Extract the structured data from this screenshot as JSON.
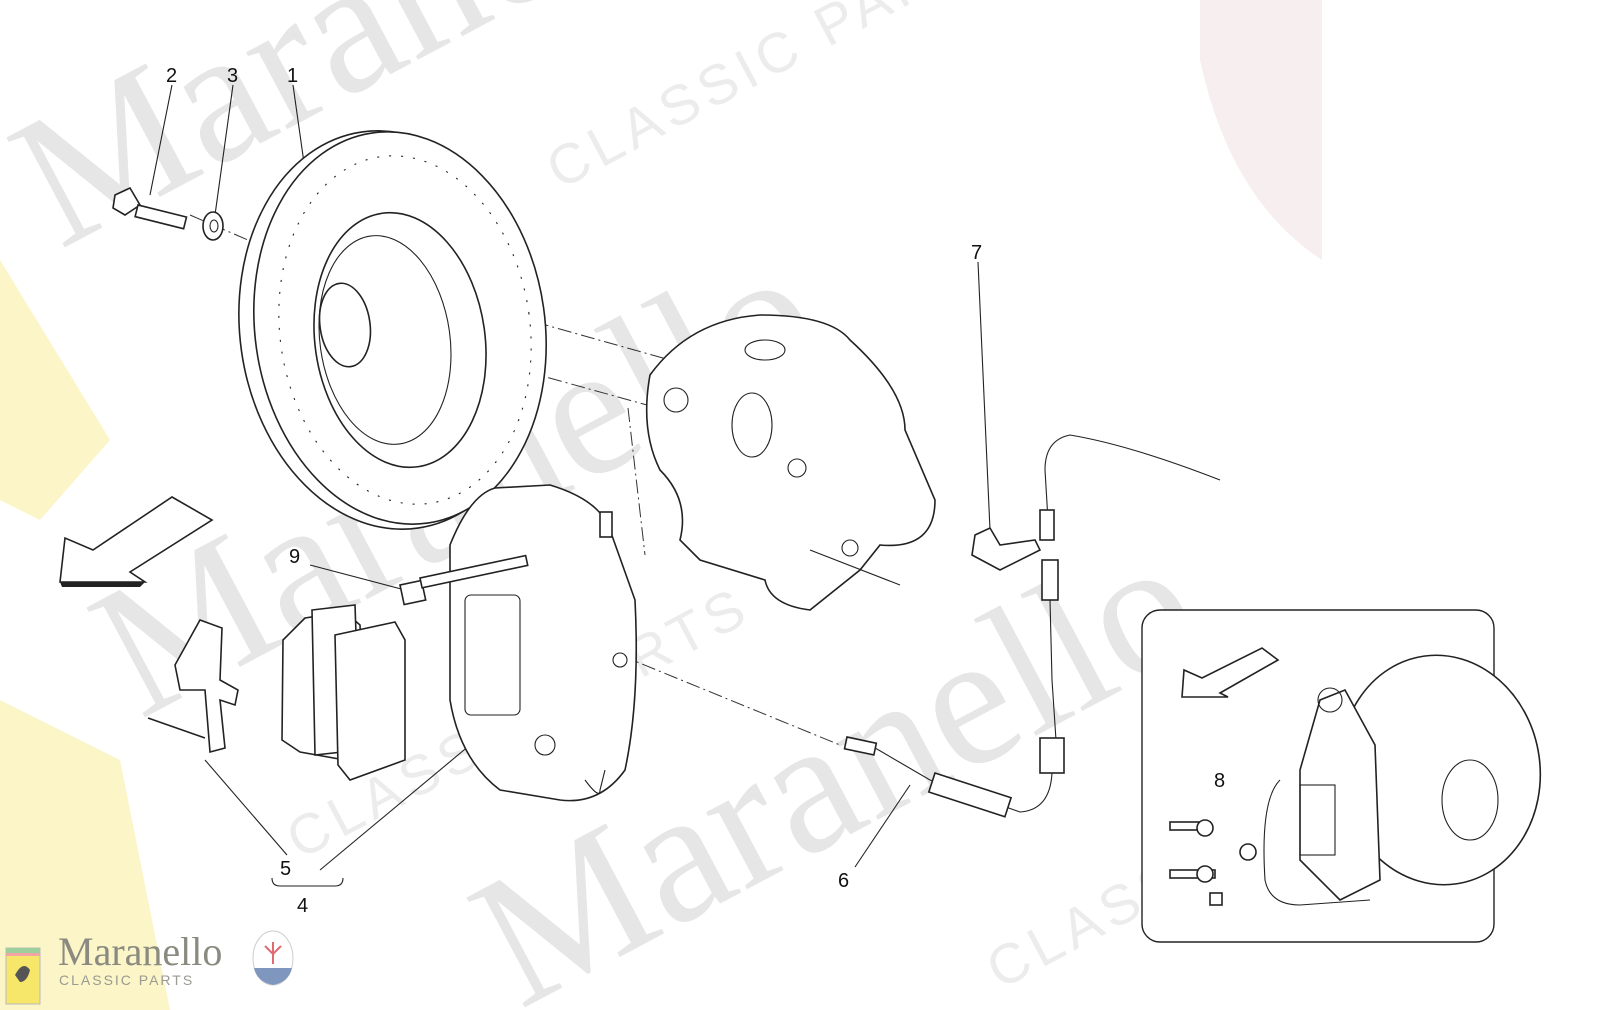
{
  "diagram": {
    "callouts": [
      {
        "id": "1",
        "part": "brake-disc"
      },
      {
        "id": "2",
        "part": "bolt"
      },
      {
        "id": "3",
        "part": "washer"
      },
      {
        "id": "4",
        "part": "pad-kit"
      },
      {
        "id": "5",
        "part": "pads-spring-pin"
      },
      {
        "id": "6",
        "part": "brake-hose"
      },
      {
        "id": "7",
        "part": "bracket"
      },
      {
        "id": "8",
        "part": "sensor-bracket"
      },
      {
        "id": "9",
        "part": "caliper-bolt"
      }
    ]
  },
  "watermark": {
    "brand": "Maranello",
    "subtitle": "CLASSIC PARTS"
  },
  "logo": {
    "name": "Maranello",
    "tagline": "CLASSIC PARTS",
    "ferrari_badge": "Ferrari",
    "maserati_badge": "MASERATI"
  },
  "colors": {
    "line": "#222222",
    "watermark": "#e6e6e6",
    "ferrari_yellow": "#f2e04a",
    "maserati_red": "#d9434a",
    "maserati_blue": "#5a78a8"
  }
}
